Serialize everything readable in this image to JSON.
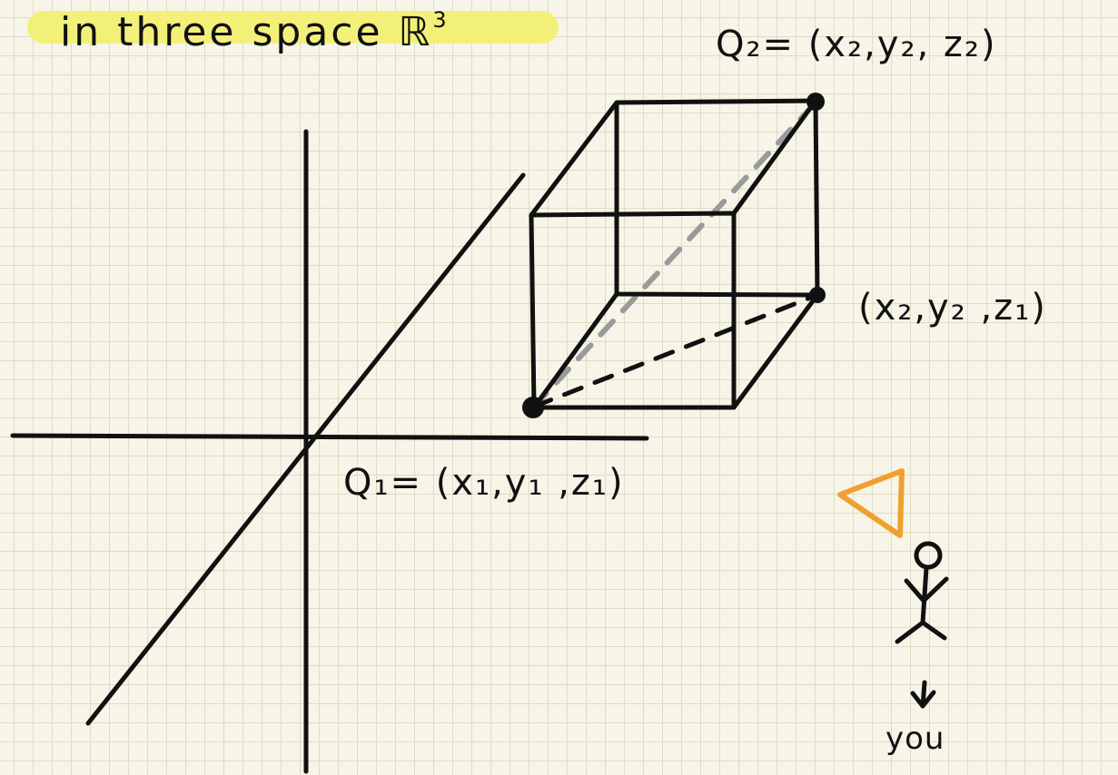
{
  "title": {
    "text": "in three space ℝ",
    "exponent": "3",
    "highlight_color": "#f3f07a"
  },
  "labels": {
    "q2": "Q₂= (x₂,y₂, z₂)",
    "corner": "(x₂,y₂ ,z₁)",
    "q1": "Q₁= (x₁,y₁ ,z₁)",
    "you": "you"
  },
  "colors": {
    "ink": "#111111",
    "diagonal": "#9a9a9a",
    "eye_marker": "#f0a030",
    "paper": "#f7f5e8",
    "grid": "#dedbc6"
  },
  "icons": {
    "eye_marker": "triangle-icon",
    "viewer": "stick-figure-icon",
    "arrow": "arrow-down-icon"
  }
}
